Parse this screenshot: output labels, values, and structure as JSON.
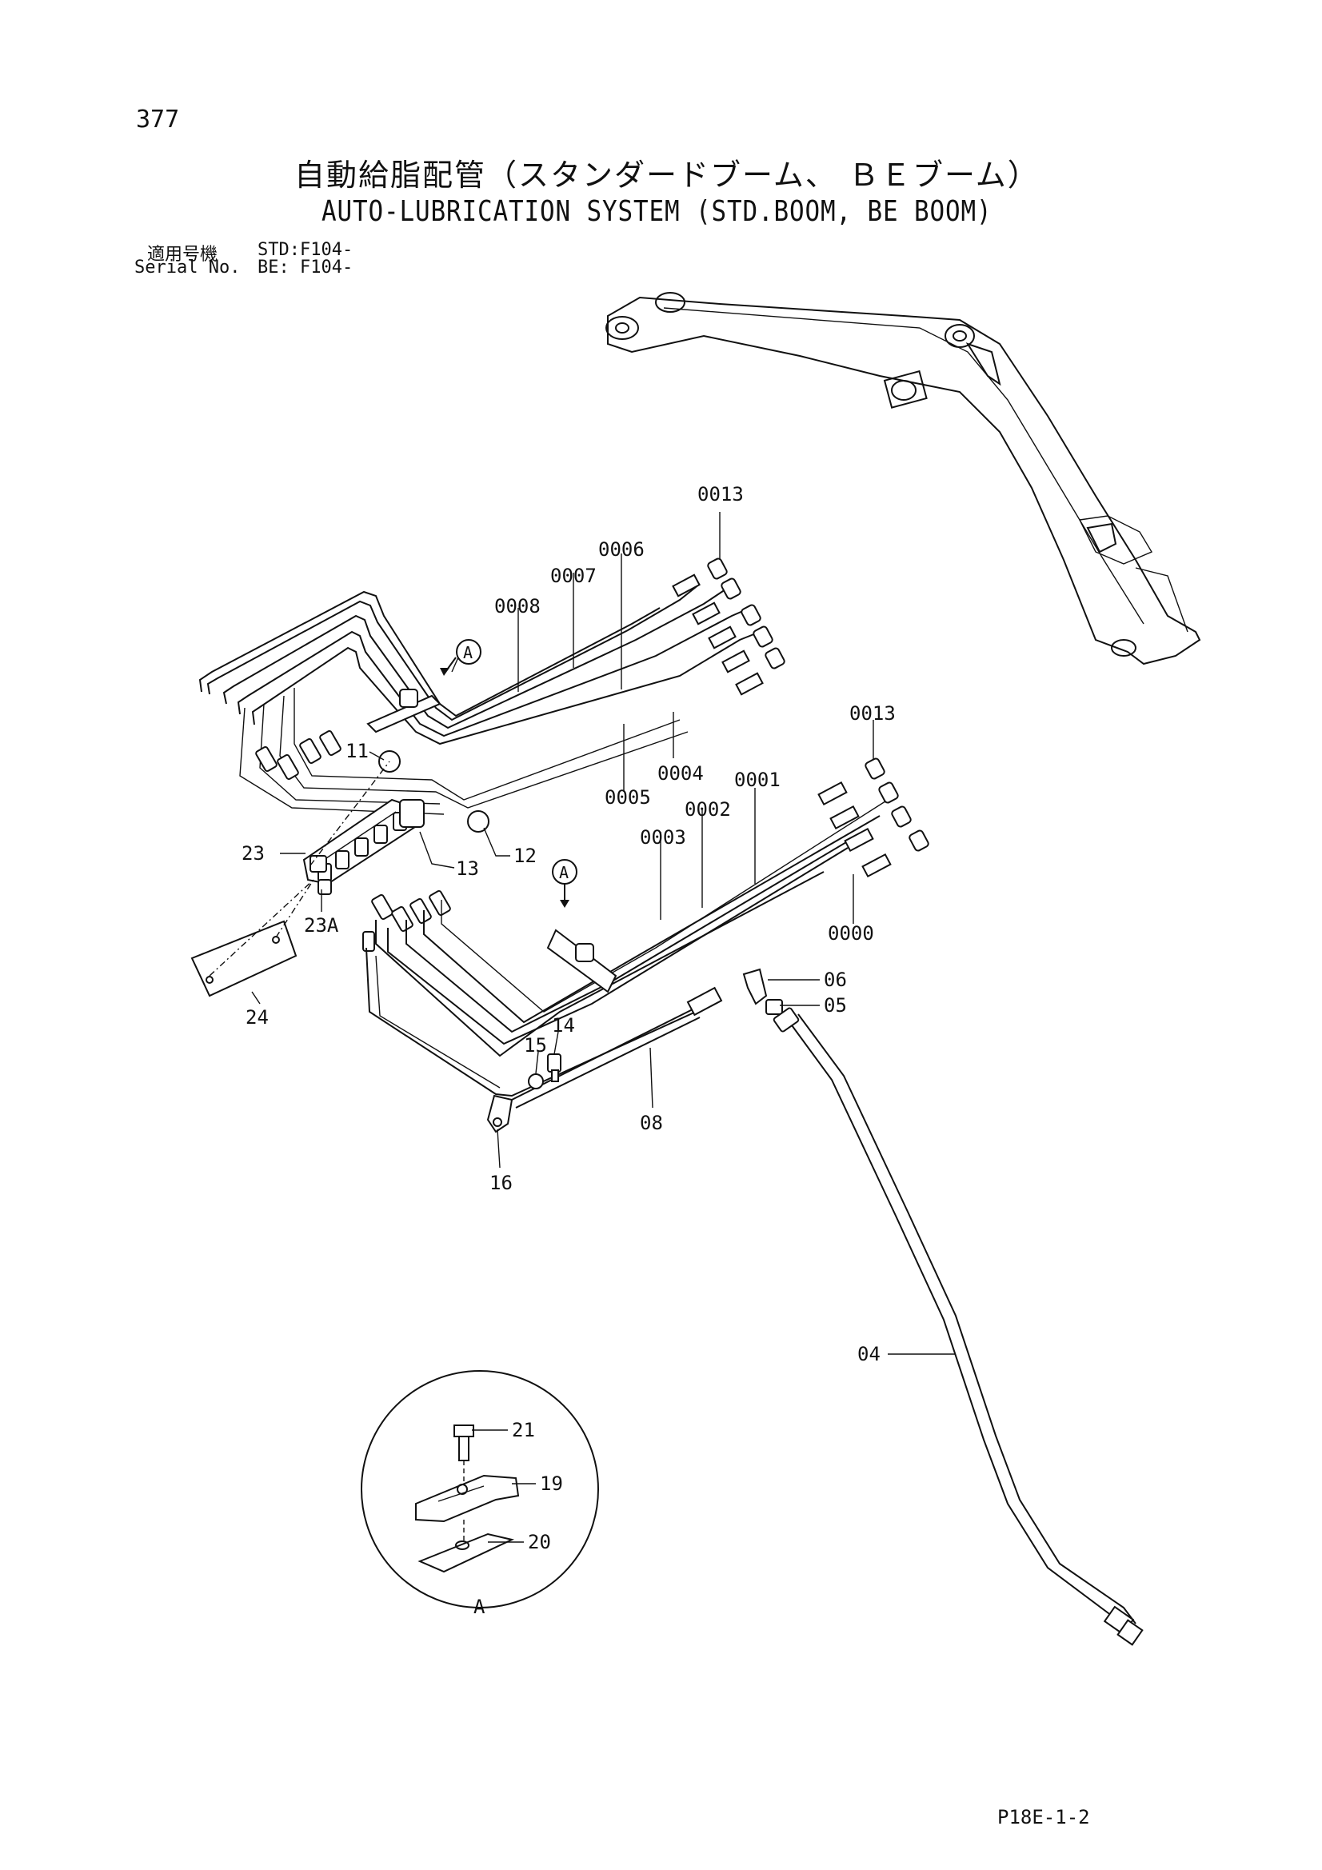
{
  "header": {
    "page_number": "377",
    "title_jp": "自動給脂配管（スタンダードブーム、 ＢＥブーム）",
    "title_en": "AUTO-LUBRICATION SYSTEM (STD.BOOM, BE BOOM)",
    "serial_label_jp": "適用号機",
    "serial_value_std": "STD:F104-",
    "serial_label_en": "Serial No.",
    "serial_value_be": "BE: F104-"
  },
  "footer": {
    "page_code": "P18E-1-2"
  },
  "callouts": {
    "c0013a": "0013",
    "c0006": "0006",
    "c0007": "0007",
    "c0008": "0008",
    "cA1": "A",
    "c0004": "0004",
    "c0005": "0005",
    "c11": "11",
    "c0013b": "0013",
    "c0001": "0001",
    "c0002": "0002",
    "c0003": "0003",
    "c12": "12",
    "c13": "13",
    "c23": "23",
    "cA2": "A",
    "c23A": "23A",
    "c0000": "0000",
    "c06": "06",
    "c05": "05",
    "c24": "24",
    "c14": "14",
    "c15": "15",
    "c08": "08",
    "c16": "16",
    "c04": "04",
    "c21": "21",
    "c19": "19",
    "c20": "20",
    "cA3": "A"
  }
}
